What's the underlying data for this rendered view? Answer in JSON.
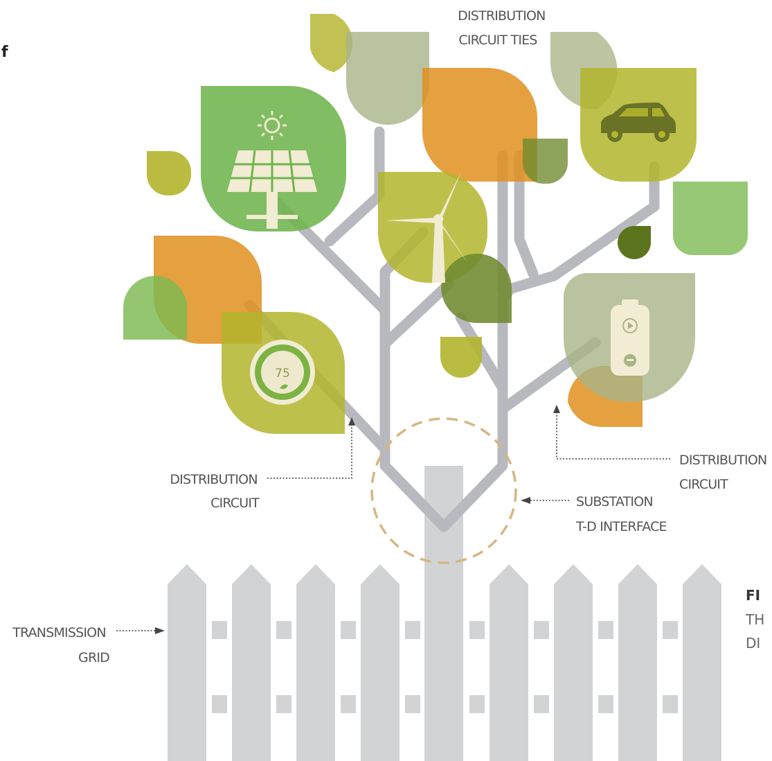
{
  "corner_mark": "f",
  "labels": {
    "distribution_circuit_ties": [
      "DISTRIBUTION",
      "CIRCUIT TIES"
    ],
    "distribution_circuit_left": [
      "DISTRIBUTION",
      "CIRCUIT"
    ],
    "distribution_circuit_right": [
      "DISTRIBUTION",
      "CIRCUIT"
    ],
    "substation": [
      "SUBSTATION",
      "T-D INTERFACE"
    ],
    "transmission_grid": [
      "TRANSMISSION",
      "GRID"
    ]
  },
  "thermostat_reading": "75",
  "caption_fragment": {
    "line1": "FI",
    "line2": "TH",
    "line3": "DI"
  },
  "icons": [
    "sun-icon",
    "solar-panel-icon",
    "wind-turbine-icon",
    "electric-car-icon",
    "thermostat-icon",
    "battery-icon"
  ],
  "colors": {
    "branch": "#b8b9bf",
    "fence": "#d2d3d5",
    "leaf_green": "#7cba52",
    "leaf_lime": "#b3b52d",
    "leaf_orange": "#e08f1e",
    "leaf_sage": "#a9b487",
    "leaf_olive": "#6e8a2f",
    "substation_ring": "#d6b681"
  }
}
